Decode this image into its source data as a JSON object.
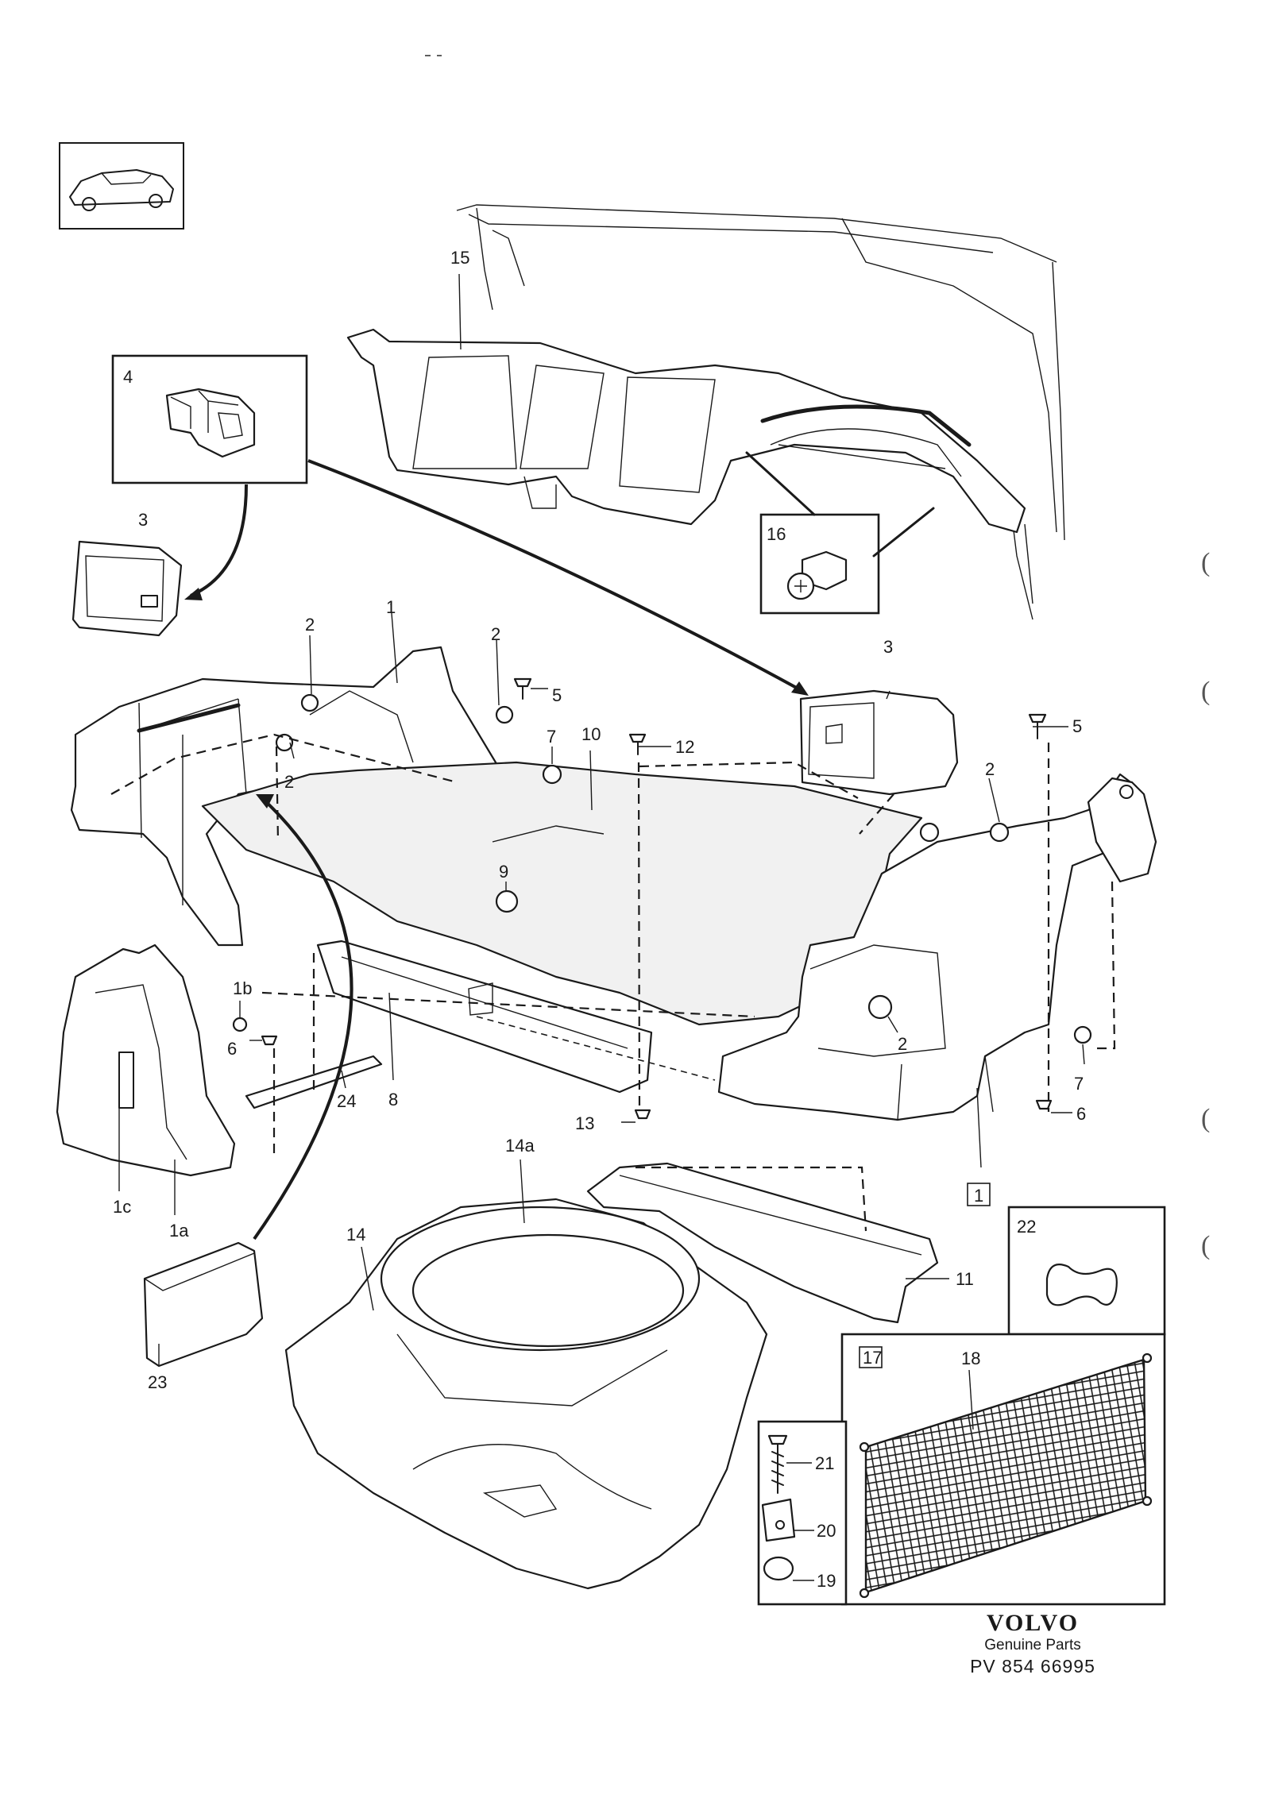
{
  "labels": {
    "l1": "1",
    "l1a": "1a",
    "l1b": "1b",
    "l1c": "1c",
    "l2": "2",
    "l3": "3",
    "l4": "4",
    "l5": "5",
    "l6": "6",
    "l7": "7",
    "l8": "8",
    "l9": "9",
    "l10": "10",
    "l11": "11",
    "l12": "12",
    "l13": "13",
    "l14": "14",
    "l14a": "14a",
    "l15": "15",
    "l16": "16",
    "l17": "17",
    "l18": "18",
    "l19": "19",
    "l20": "20",
    "l21": "21",
    "l22": "22",
    "l23": "23",
    "l24": "24"
  },
  "brand": {
    "logo": "VOLVO",
    "subtitle": "Genuine Parts",
    "code": "PV 854 66995"
  },
  "margin_marks": [
    "(",
    "(",
    "(",
    "("
  ]
}
